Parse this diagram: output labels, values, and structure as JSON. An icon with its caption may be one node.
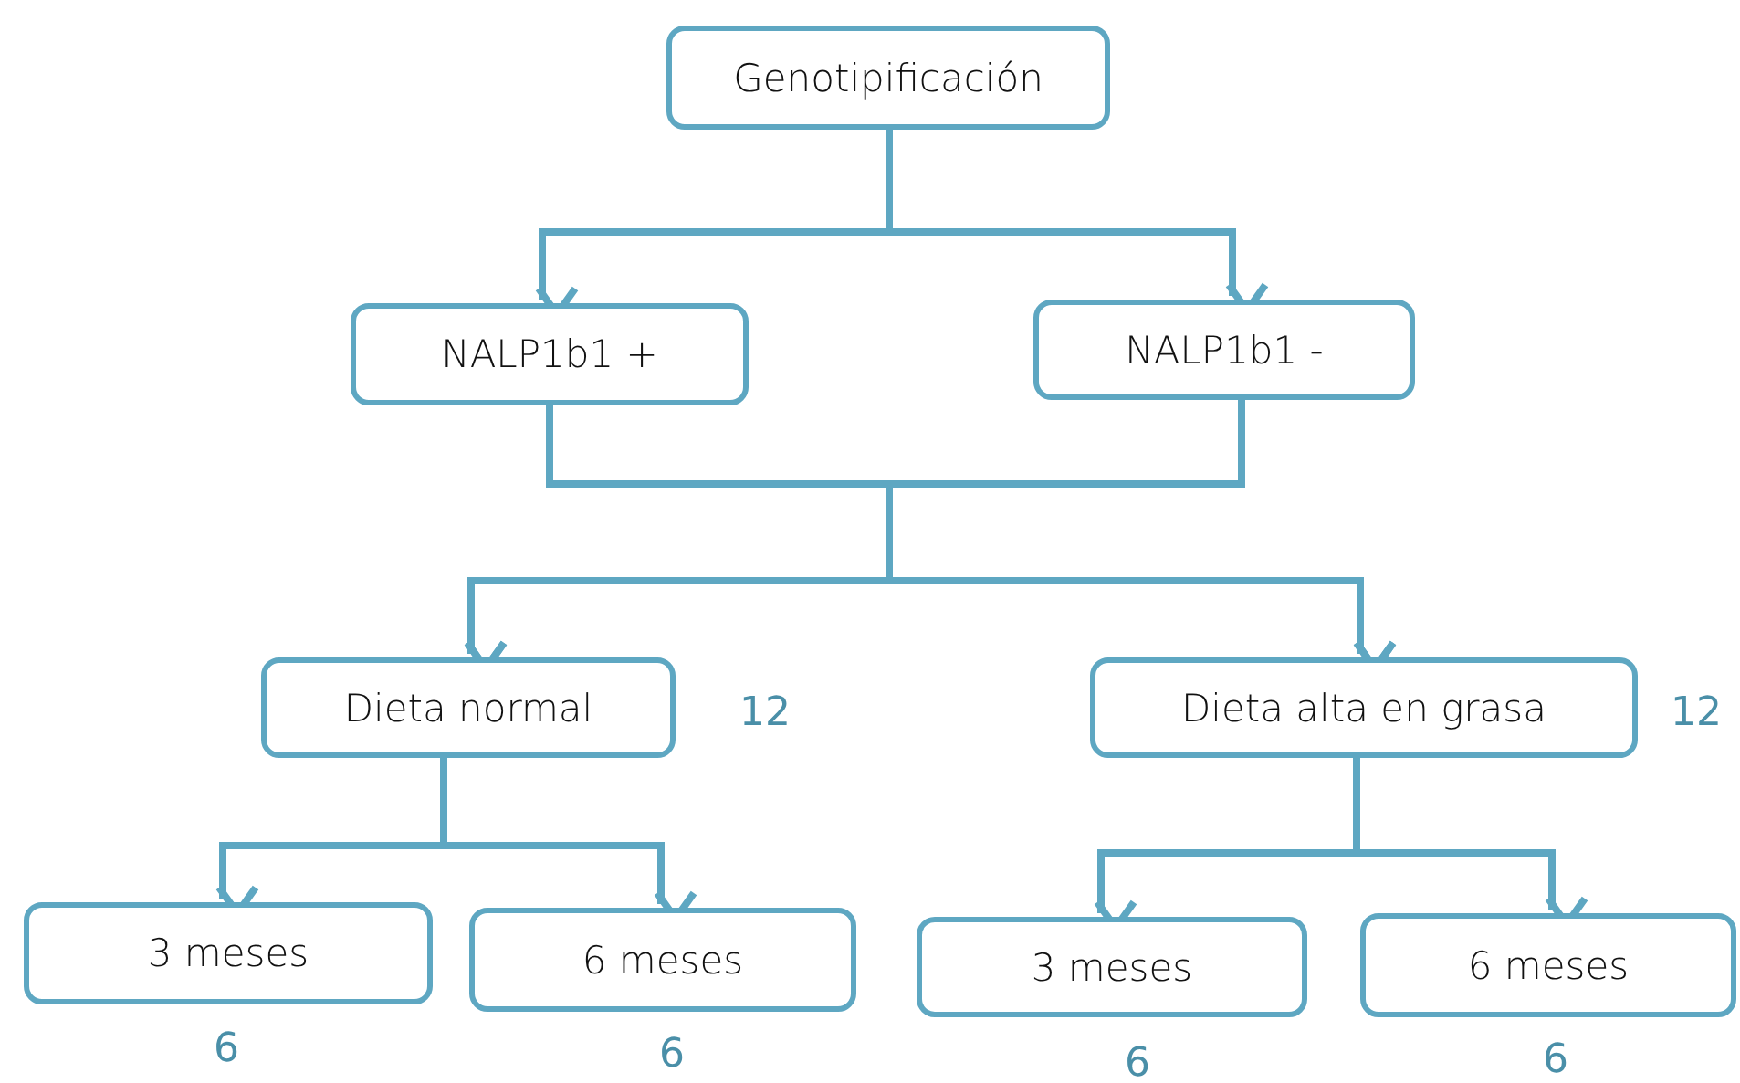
{
  "diagram": {
    "nodes": [
      {
        "text": [
          "Genotipificación"
        ]
      },
      {
        "text": [
          "NALP1b1 +"
        ]
      },
      {
        "text": [
          "NALP1b1 -"
        ]
      },
      {
        "text": [
          "Dieta normal"
        ],
        "beside": [
          "12"
        ]
      },
      {
        "text": [
          "Dieta alta en grasa"
        ],
        "beside": [
          "12"
        ]
      },
      {
        "text": [
          "3 meses"
        ],
        "beside": [
          "6"
        ]
      },
      {
        "text": [
          "6 meses"
        ],
        "beside": [
          "6"
        ]
      },
      {
        "text": [
          "3 meses"
        ],
        "beside": [
          "6"
        ]
      },
      {
        "text": [
          "6 meses"
        ],
        "beside": [
          "6"
        ]
      }
    ],
    "edges": [
      {
        "from": 0,
        "to": 1,
        "arrow": "to"
      },
      {
        "from": 0,
        "to": 2,
        "arrow": "to"
      },
      {
        "from": 1,
        "to": 3,
        "arrow": "to"
      },
      {
        "from": 1,
        "to": 4,
        "arrow": "to"
      },
      {
        "from": 2,
        "to": 3,
        "arrow": "to"
      },
      {
        "from": 2,
        "to": 4,
        "arrow": "to"
      },
      {
        "from": 3,
        "to": 5,
        "arrow": "to"
      },
      {
        "from": 3,
        "to": 6,
        "arrow": "to"
      },
      {
        "from": 4,
        "to": 7,
        "arrow": "to"
      },
      {
        "from": 4,
        "to": 8,
        "arrow": "to"
      }
    ]
  }
}
